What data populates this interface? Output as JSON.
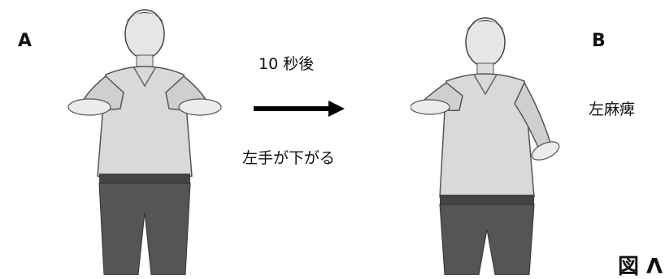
{
  "panel_a": {
    "label": "A"
  },
  "panel_b": {
    "label": "B"
  },
  "arrow": {
    "time_label": "10 秒後",
    "result_label": "左手が下がる"
  },
  "diagnosis_label": "左麻痺",
  "figure_caption": "図 Λ"
}
